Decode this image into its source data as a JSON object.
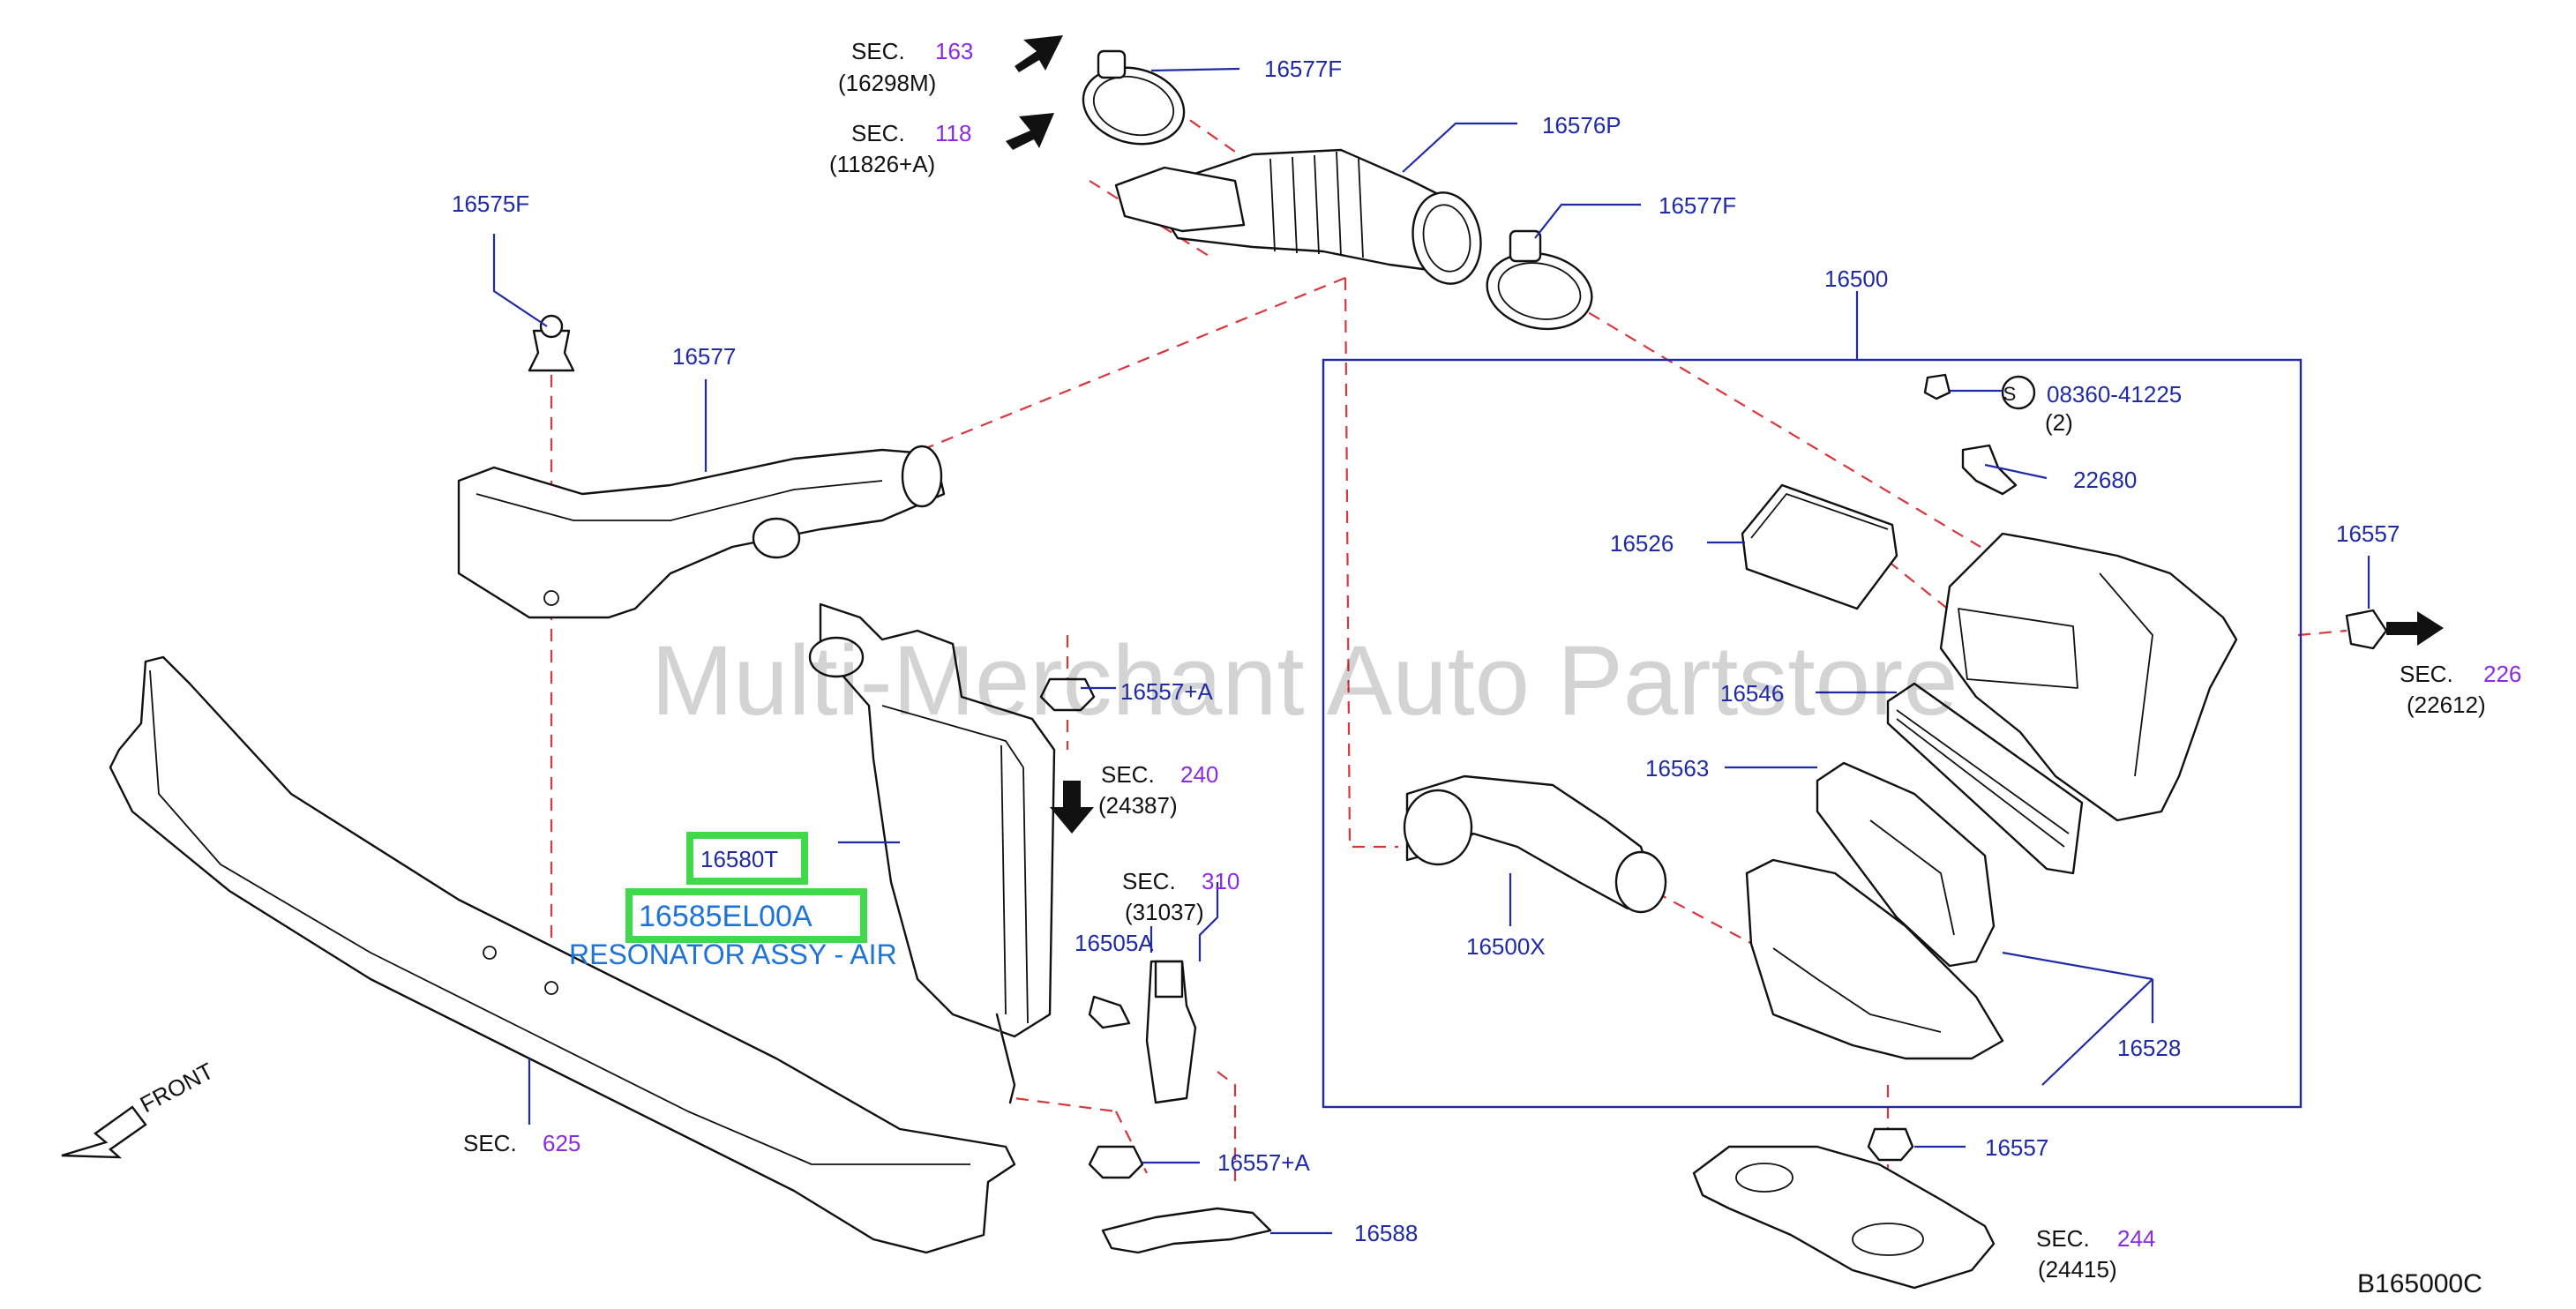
{
  "watermark": "Multi-Merchant Auto Partstore",
  "diagram_code": "B165000C",
  "front_label": "FRONT",
  "sec_labels": [
    {
      "prefix": "SEC.",
      "num": "163",
      "sub": "(16298M)"
    },
    {
      "prefix": "SEC.",
      "num": "118",
      "sub": "(11826+A)"
    },
    {
      "prefix": "SEC.",
      "num": "240",
      "sub": "(24387)"
    },
    {
      "prefix": "SEC.",
      "num": "310",
      "sub": "(31037)"
    },
    {
      "prefix": "SEC.",
      "num": "226",
      "sub": "(22612)"
    },
    {
      "prefix": "SEC.",
      "num": "244",
      "sub": "(24415)"
    },
    {
      "prefix": "SEC.",
      "num": "625",
      "sub": ""
    }
  ],
  "parts": {
    "p16577F_top": "16577F",
    "p16576P": "16576P",
    "p16577F_mid": "16577F",
    "p16575F": "16575F",
    "p16577": "16577",
    "p16500": "16500",
    "p08360": "08360-41225",
    "p08360_qty": "(2)",
    "s_symbol": "S",
    "p22680": "22680",
    "p16526": "16526",
    "p16557_right": "16557",
    "p16546": "16546",
    "p16557A_top": "16557+A",
    "p16563": "16563",
    "p16580T": "16580T",
    "p16585": "16585EL00A",
    "resonator": "RESONATOR ASSY - AIR",
    "p16505A": "16505A",
    "p16500X": "16500X",
    "p16528": "16528",
    "p16557A_bot": "16557+A",
    "p16557_bot": "16557",
    "p16588": "16588"
  },
  "colors": {
    "part_number": "#1f2aa8",
    "section_number": "#8a2be2",
    "highlight": "#3fd94a",
    "dash_line": "#d9363e"
  }
}
